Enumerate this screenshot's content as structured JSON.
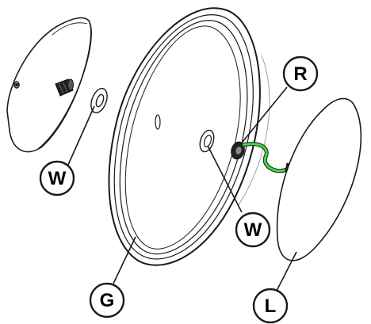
{
  "diagram": {
    "callouts": [
      {
        "id": "callout-w-left",
        "letter": "W"
      },
      {
        "id": "callout-g",
        "letter": "G"
      },
      {
        "id": "callout-w-center",
        "letter": "W"
      },
      {
        "id": "callout-r",
        "letter": "R"
      },
      {
        "id": "callout-l",
        "letter": "L"
      }
    ],
    "colors": {
      "line": "#1a1a1a",
      "fill": "#ffffff",
      "wire": "#3ddc3d",
      "nut": "#222222"
    }
  }
}
